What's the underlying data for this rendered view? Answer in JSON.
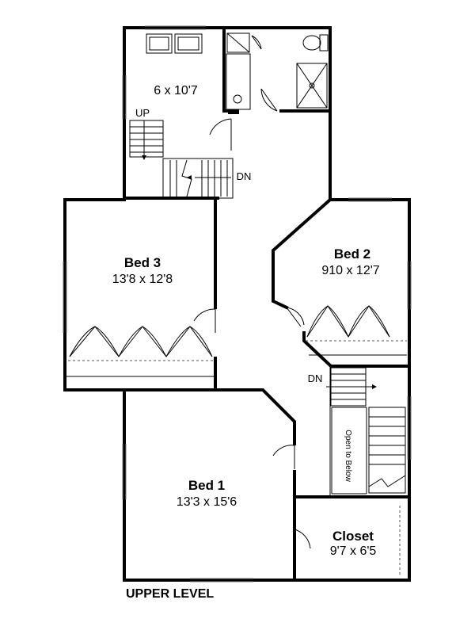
{
  "rooms": {
    "bath_area": {
      "dims": "6 x 10'7"
    },
    "bed3": {
      "name": "Bed 3",
      "dims": "13'8 x 12'8"
    },
    "bed2": {
      "name": "Bed 2",
      "dims": "910 x 12'7"
    },
    "bed1": {
      "name": "Bed 1",
      "dims": "13'3 x 15'6"
    },
    "closet": {
      "name": "Closet",
      "dims": "9'7 x 6'5"
    }
  },
  "labels": {
    "up": "UP",
    "dn_top": "DN",
    "dn_right": "DN",
    "open_to_below": "Open to Below"
  },
  "title": "UPPER LEVEL"
}
